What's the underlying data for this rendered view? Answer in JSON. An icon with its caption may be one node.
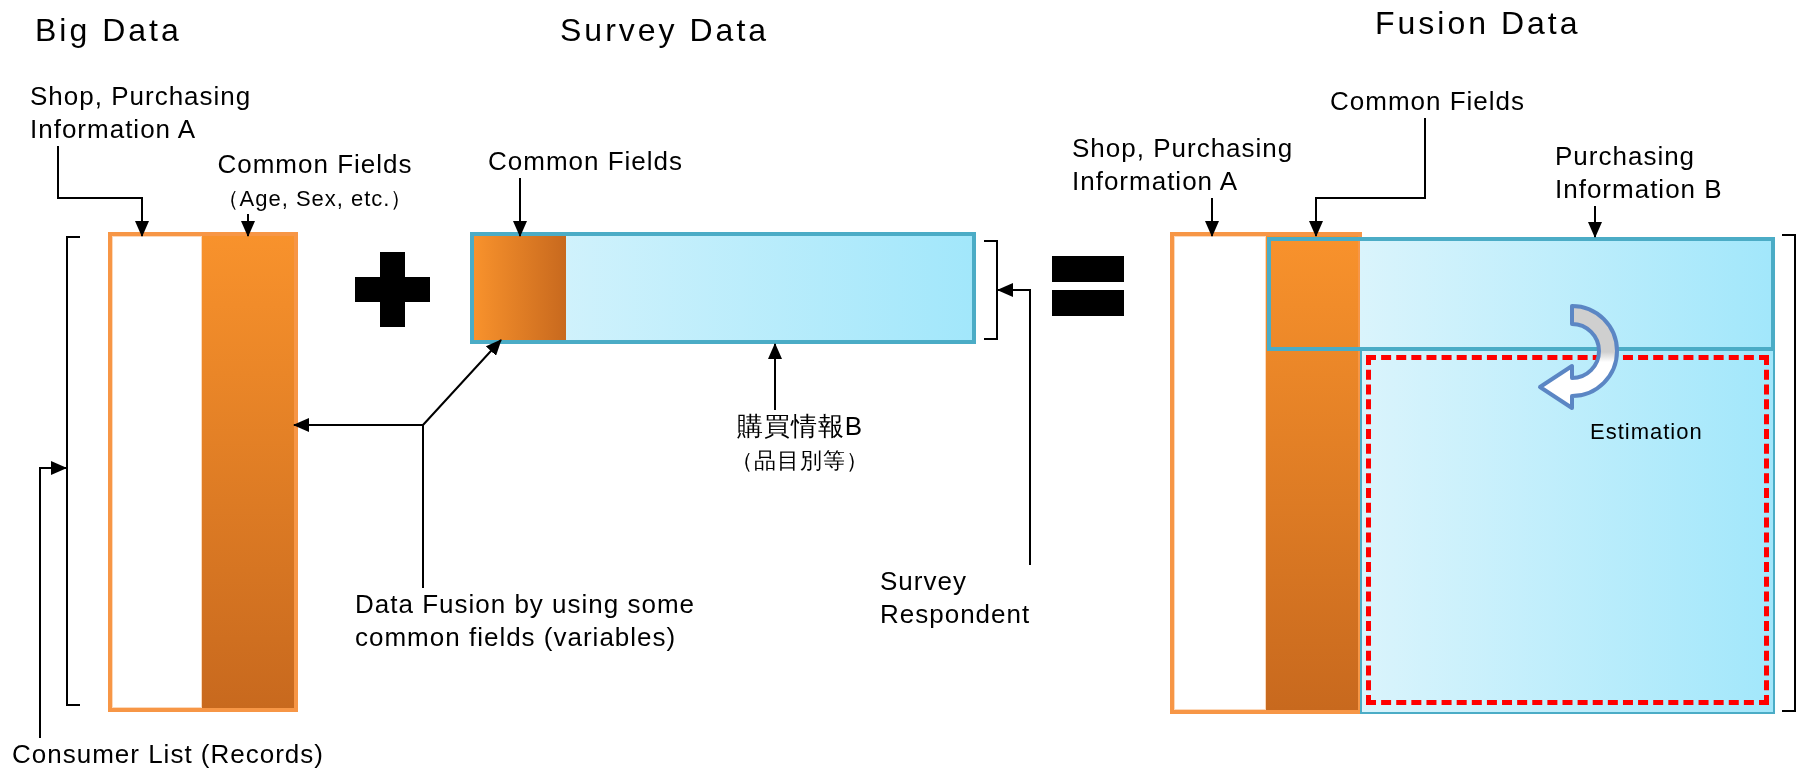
{
  "diagram": {
    "nodes": [
      {
        "text": [
          "Shop, Purchasing Information A"
        ]
      },
      {
        "text": [
          "Common Fields",
          "（Age, Sex, etc.）"
        ]
      },
      {
        "text": [
          "Common Fields"
        ]
      },
      {
        "text": [],
        "shape": "box"
      },
      {
        "text": [],
        "shape": "box",
        "in": 3
      },
      {
        "text": [],
        "shape": "bar",
        "in": 3
      },
      {
        "text": [],
        "shape": "bracket"
      },
      {
        "text": [],
        "shape": "bar"
      },
      {
        "text": [],
        "shape": "box",
        "in": 7
      },
      {
        "text": [],
        "shape": "bracket"
      },
      {
        "text": [
          "購買情報B",
          "（品目別等）"
        ]
      },
      {
        "text": [
          "Data Fusion by using some common fields (variables)"
        ]
      },
      {
        "text": [
          "Survey Respondent"
        ]
      },
      {
        "text": [
          "Consumer List (Records)"
        ]
      },
      {
        "text": [
          "Common Fields"
        ]
      },
      {
        "text": [
          "Shop, Purchasing Information A"
        ]
      },
      {
        "text": [
          "Purchasing Information B"
        ]
      },
      {
        "text": [],
        "shape": "box"
      },
      {
        "text": [],
        "shape": "box",
        "in": 17
      },
      {
        "text": [],
        "shape": "bar",
        "in": 17
      },
      {
        "text": [],
        "shape": "box"
      },
      {
        "text": [],
        "shape": "box"
      },
      {
        "text": [],
        "shape": "box",
        "in": 21
      },
      {
        "text": [],
        "shape": "bracket"
      }
    ],
    "edges": [
      {
        "from": 0,
        "to": 4,
        "arrow": "to"
      },
      {
        "from": 1,
        "to": 5,
        "arrow": "to"
      },
      {
        "from": 2,
        "to": 8,
        "arrow": "to"
      },
      {
        "from": 11,
        "to": 5,
        "arrow": "to"
      },
      {
        "from": 11,
        "to": 8,
        "arrow": "to"
      },
      {
        "from": 10,
        "to": 7,
        "arrow": "to"
      },
      {
        "from": 12,
        "to": 9,
        "arrow": "to"
      },
      {
        "from": 13,
        "to": 6,
        "arrow": "to"
      },
      {
        "from": 15,
        "to": 18,
        "arrow": "to"
      },
      {
        "from": 14,
        "to": 19,
        "arrow": "to"
      },
      {
        "from": 16,
        "to": 20,
        "arrow": "to"
      },
      {
        "from": 20,
        "to": 22,
        "arrow": "to",
        "label": "Estimation"
      }
    ],
    "labels": [
      "Big Data",
      "Survey Data",
      "Fusion Data"
    ]
  }
}
